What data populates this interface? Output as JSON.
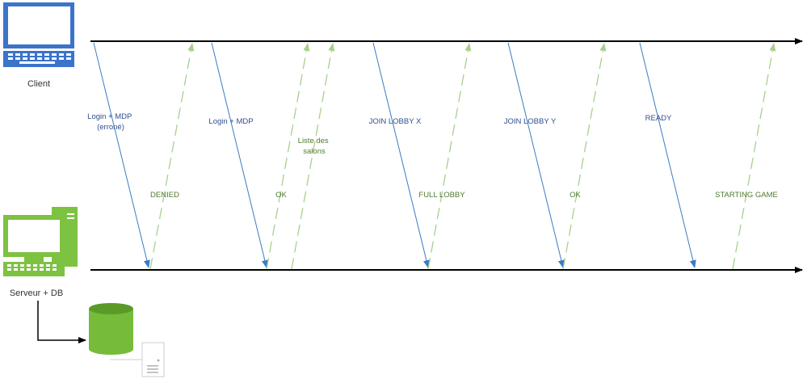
{
  "nodes": {
    "client": {
      "label": "Client"
    },
    "server": {
      "label": "Serveur + DB"
    }
  },
  "colors": {
    "request": "#3a7cc4",
    "response": "#9cc87c",
    "client_icon": "#3b74c9",
    "server_icon": "#7ec242",
    "db_icon": "#77bb3a",
    "timeline": "#000000"
  },
  "icons": [
    "monitor-icon",
    "computer-icon",
    "database-icon",
    "server-tower-icon"
  ],
  "messages": {
    "m1": {
      "label_lines": [
        "Login + MDP",
        "(erroné)"
      ],
      "kind": "request"
    },
    "m2": {
      "label_lines": [
        "DENIED"
      ],
      "kind": "response"
    },
    "m3": {
      "label_lines": [
        "Login + MDP"
      ],
      "kind": "request"
    },
    "m4": {
      "label_lines": [
        "OK"
      ],
      "kind": "response"
    },
    "m5": {
      "label_lines": [
        "Liste des",
        "salons"
      ],
      "kind": "response"
    },
    "m6": {
      "label_lines": [
        "JOIN LOBBY X"
      ],
      "kind": "request"
    },
    "m7": {
      "label_lines": [
        "FULL LOBBY"
      ],
      "kind": "response"
    },
    "m8": {
      "label_lines": [
        "JOIN LOBBY Y"
      ],
      "kind": "request"
    },
    "m9": {
      "label_lines": [
        "OK"
      ],
      "kind": "response"
    },
    "m10": {
      "label_lines": [
        "READY"
      ],
      "kind": "request"
    },
    "m11": {
      "label_lines": [
        "STARTING GAME"
      ],
      "kind": "response"
    }
  }
}
